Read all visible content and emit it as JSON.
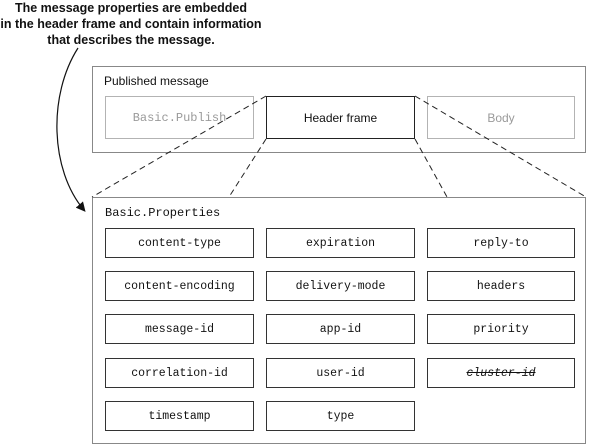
{
  "annotation": {
    "lines": [
      "The message properties are embedded",
      "in the header frame and contain information",
      "that describes the message."
    ]
  },
  "published_message": {
    "title": "Published message",
    "parts": {
      "publish": "Basic.Publish",
      "header": "Header frame",
      "body": "Body"
    }
  },
  "properties": {
    "title": "Basic.Properties",
    "items": [
      "content-type",
      "expiration",
      "reply-to",
      "content-encoding",
      "delivery-mode",
      "headers",
      "message-id",
      "app-id",
      "priority",
      "correlation-id",
      "user-id",
      "cluster-id",
      "timestamp",
      "type"
    ],
    "deprecated": "cluster-id"
  }
}
